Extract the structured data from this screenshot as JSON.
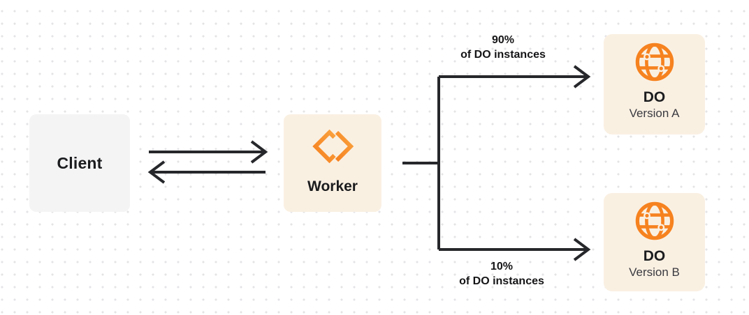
{
  "colors": {
    "accent_orange": "#F6821F",
    "accent_orange_light": "#F9A13E",
    "box_cream": "#FAF0E2",
    "box_gray": "#F4F4F5",
    "line_dark": "#26272A",
    "text_dark": "#1B1C1E",
    "text_muted": "#3A3A40",
    "dot_color": "#E4E4E7"
  },
  "nodes": {
    "client": {
      "label": "Client"
    },
    "worker": {
      "label": "Worker",
      "icon": "cloudflare-workers-icon"
    },
    "do_version_a": {
      "title": "DO",
      "subtitle": "Version A",
      "icon": "durable-object-globe-icon"
    },
    "do_version_b": {
      "title": "DO",
      "subtitle": "Version B",
      "icon": "durable-object-globe-icon"
    }
  },
  "edges": {
    "client_worker": {
      "type": "bidirectional-arrows"
    },
    "top_branch": {
      "percent": "90%",
      "caption": "of DO instances"
    },
    "bottom_branch": {
      "percent": "10%",
      "caption": "of DO instances"
    }
  }
}
